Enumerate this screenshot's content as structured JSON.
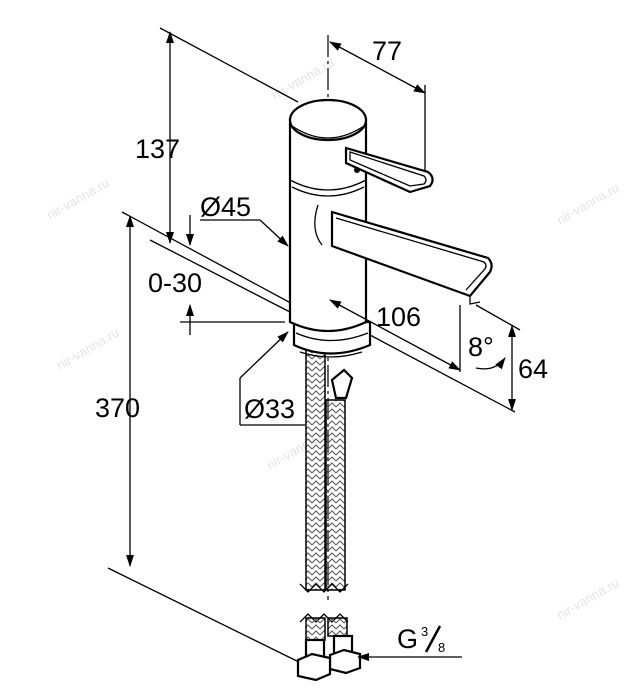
{
  "drawing": {
    "type": "faucet technical dimension drawing",
    "dimensions": {
      "height_top": "137",
      "total_height": "370",
      "adjust_range": "0-30",
      "body_diameter": "Ø45",
      "base_diameter": "Ø33",
      "lever_length": "77",
      "spout_reach": "106",
      "spout_angle": "8°",
      "spout_height": "64",
      "thread_letter": "G",
      "thread_num": "3",
      "thread_den": "8"
    },
    "watermark": "nir-vanna.ru"
  }
}
